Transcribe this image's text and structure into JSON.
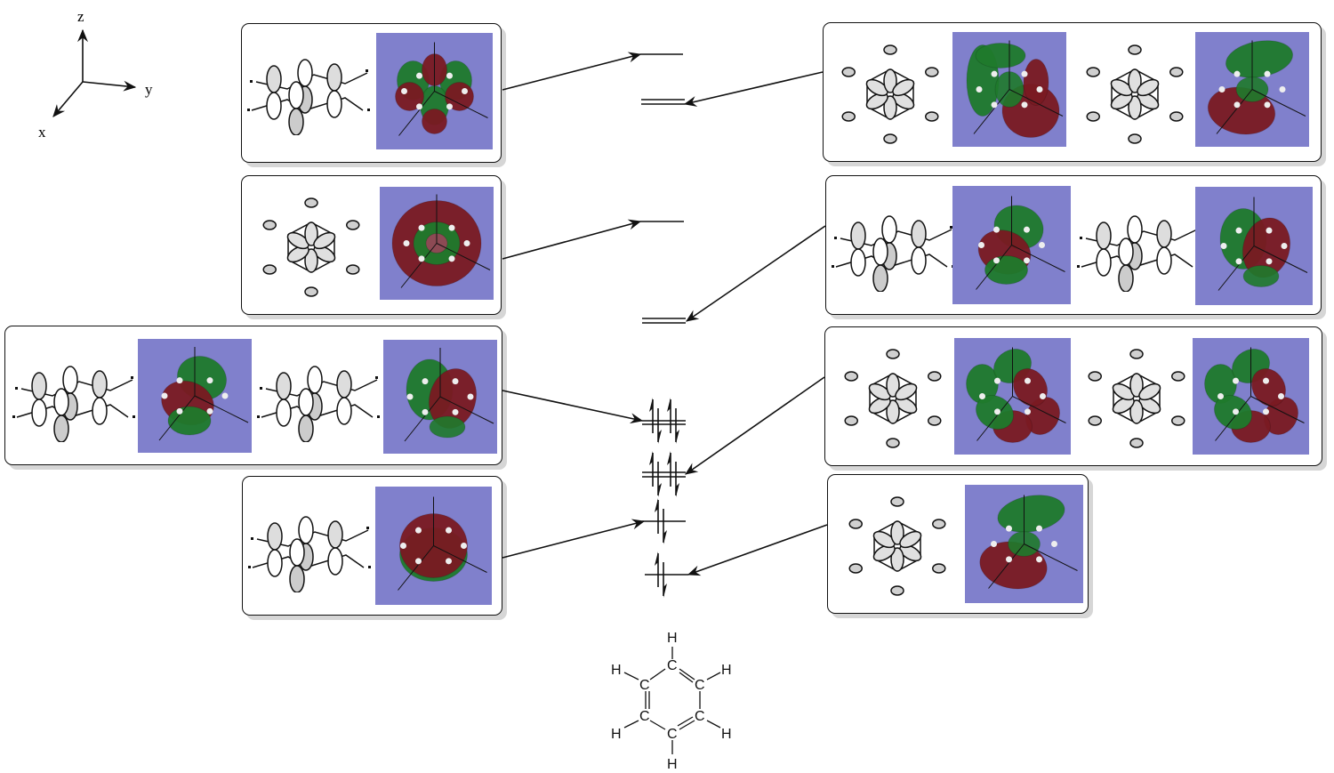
{
  "title": "Benzene pi molecular orbital energy diagram",
  "axes": {
    "x_label": "x",
    "y_label": "y",
    "z_label": "z"
  },
  "molecule": {
    "name": "benzene",
    "atoms": {
      "carbon": "C",
      "hydrogen": "H"
    }
  },
  "colors": {
    "render_background": "#8080cc",
    "lobe_positive": "#1f7a2c",
    "lobe_negative": "#7a1a22",
    "line": "#111111",
    "panel_shadow": "#d6d6d6"
  },
  "energy_levels": [
    {
      "id": "pi-left-top",
      "degeneracy": 1,
      "electrons": 0
    },
    {
      "id": "sigma-right-top",
      "degeneracy": 2,
      "electrons": 0
    },
    {
      "id": "left-2",
      "degeneracy": 1,
      "electrons": 0
    },
    {
      "id": "right-2",
      "degeneracy": 2,
      "electrons": 0
    },
    {
      "id": "left-3",
      "degeneracy": 2,
      "electrons": 4
    },
    {
      "id": "right-3",
      "degeneracy": 2,
      "electrons": 4
    },
    {
      "id": "left-4",
      "degeneracy": 1,
      "electrons": 2
    },
    {
      "id": "right-4",
      "degeneracy": 1,
      "electrons": 2
    }
  ],
  "panels": {
    "left": [
      {
        "id": "left-1",
        "orbital_set": "pi",
        "renders": 1,
        "lobe_pattern": "alternating 6-node"
      },
      {
        "id": "left-2",
        "orbital_set": "sigma",
        "renders": 1,
        "lobe_pattern": "radial in-plane"
      },
      {
        "id": "left-3",
        "orbital_set": "pi",
        "renders": 2,
        "lobe_pattern": "degenerate pair"
      },
      {
        "id": "left-4",
        "orbital_set": "pi",
        "renders": 1,
        "lobe_pattern": "fully bonding"
      }
    ],
    "right": [
      {
        "id": "right-1",
        "orbital_set": "sigma",
        "renders": 2,
        "lobe_pattern": "degenerate pair"
      },
      {
        "id": "right-2",
        "orbital_set": "pi",
        "renders": 2,
        "lobe_pattern": "degenerate pair"
      },
      {
        "id": "right-3",
        "orbital_set": "sigma",
        "renders": 2,
        "lobe_pattern": "degenerate pair"
      },
      {
        "id": "right-4",
        "orbital_set": "sigma",
        "renders": 1,
        "lobe_pattern": "single"
      }
    ]
  }
}
